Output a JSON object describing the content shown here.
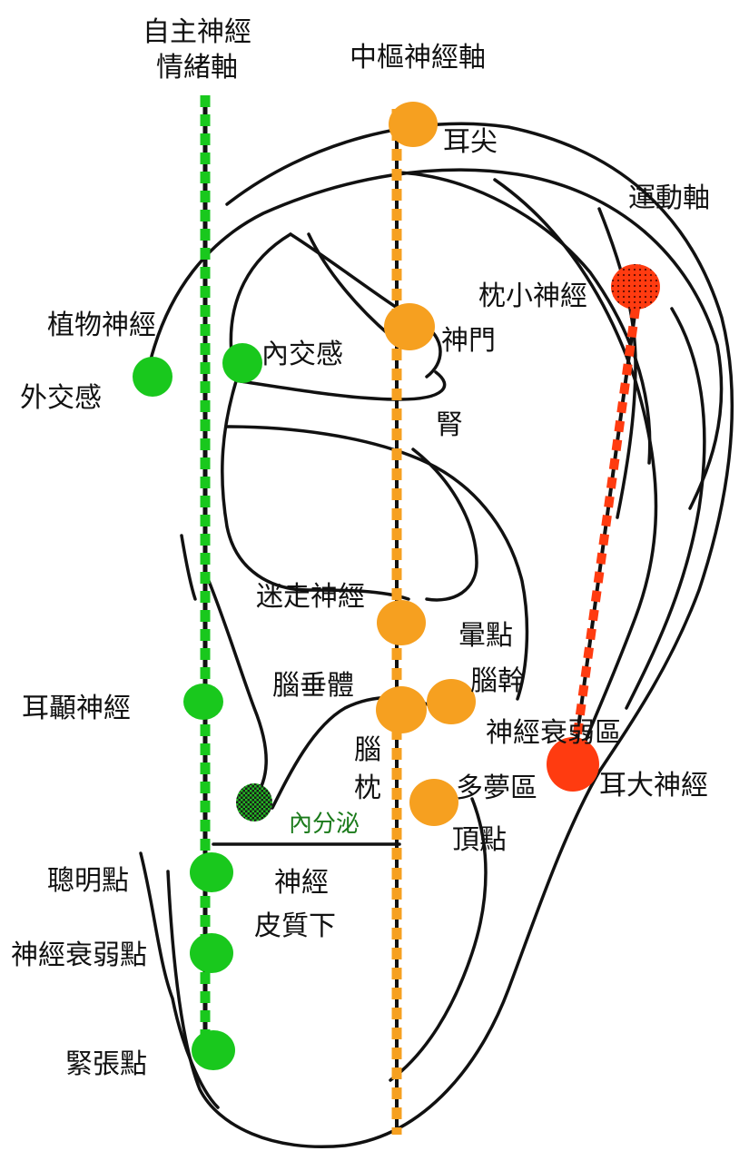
{
  "axes": {
    "autonomic": [
      "自主神經",
      "情緒軸"
    ],
    "central": "中樞神經軸",
    "motor": "運動軸"
  },
  "labels": {
    "ear_apex": "耳尖",
    "lesser_occipital": "枕小神經",
    "vegetative": "植物神經",
    "internal_sympathetic": "內交感",
    "external_sympathetic": "外交感",
    "shenmen": "神門",
    "kidney": "腎",
    "vagus": "迷走神經",
    "dizzy_point": "暈點",
    "pituitary": "腦垂體",
    "brainstem": "腦幹",
    "neuro_weak_zone": "神經衰弱區",
    "great_auricular": "耳大神經",
    "brain": "腦",
    "occiput": "枕",
    "dream_zone": "多夢區",
    "vertex_point": "頂點",
    "endocrine": "內分泌",
    "subcortex": [
      "神經",
      "皮質下"
    ],
    "auriculotemporal": "耳顳神經",
    "smart_point": "聰明點",
    "neuro_weak_point": "神經衰弱點",
    "tension_point": "緊張點"
  },
  "colors": {
    "green": "#19c81d",
    "orange": "#f6a020",
    "red": "#ff3b10",
    "dark_green": "#1a7a1a",
    "line": "#111111"
  }
}
